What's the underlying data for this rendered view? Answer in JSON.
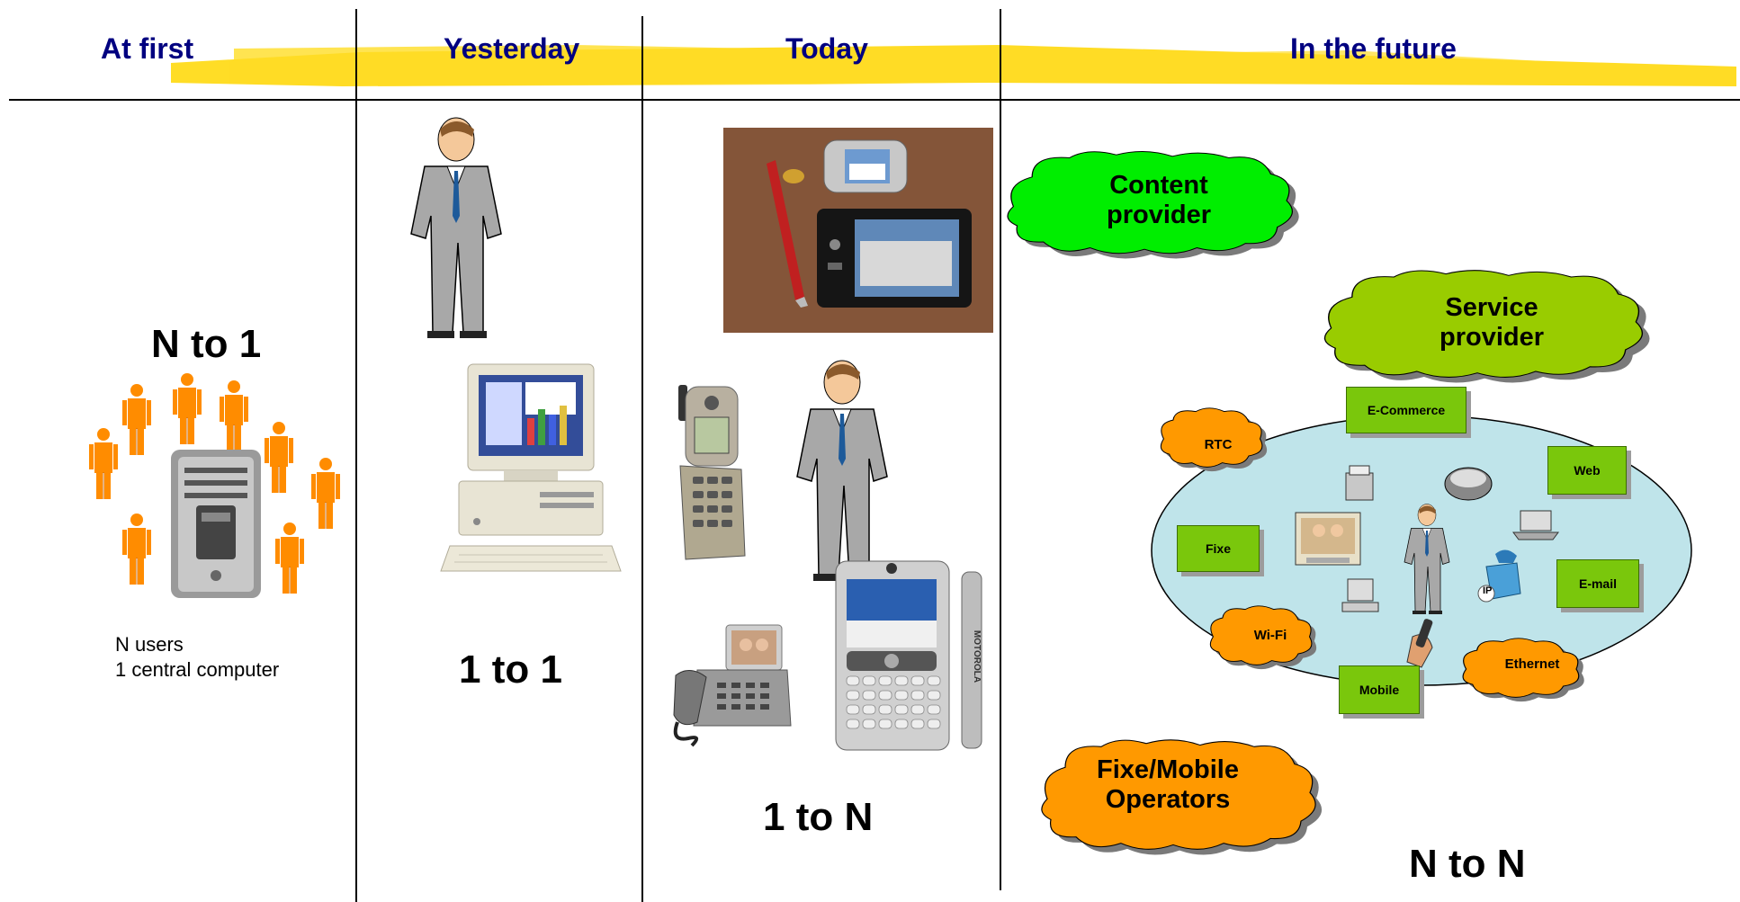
{
  "columns": {
    "at_first": {
      "header": "At first",
      "ratio": "N to 1",
      "caption_line1": "N users",
      "caption_line2": "1 central computer"
    },
    "yesterday": {
      "header": "Yesterday",
      "ratio": "1 to 1"
    },
    "today": {
      "header": "Today",
      "ratio": "1 to N"
    },
    "future": {
      "header": "In the future",
      "ratio": "N to N"
    }
  },
  "clouds": {
    "content_provider": {
      "line1": "Content",
      "line2": "provider",
      "color": "#00ee00"
    },
    "service_provider": {
      "line1": "Service",
      "line2": "provider",
      "color": "#99cc00"
    },
    "operators": {
      "line1": "Fixe/Mobile",
      "line2": "Operators",
      "color": "#ff9900"
    }
  },
  "network": {
    "boxes": {
      "ecommerce": "E-Commerce",
      "web": "Web",
      "fixe": "Fixe",
      "email": "E-mail",
      "mobile": "Mobile"
    },
    "clouds": {
      "rtc": "RTC",
      "wifi": "Wi-Fi",
      "ethernet": "Ethernet"
    },
    "ip_label": "IP"
  },
  "colors": {
    "header_text": "#000080",
    "highlight": "#ffd700",
    "person_orange": "#ff8c00",
    "suit_gray": "#a8a8a8",
    "network_fill": "#bfe4ea"
  },
  "phone_brand": "MOTOROLA"
}
